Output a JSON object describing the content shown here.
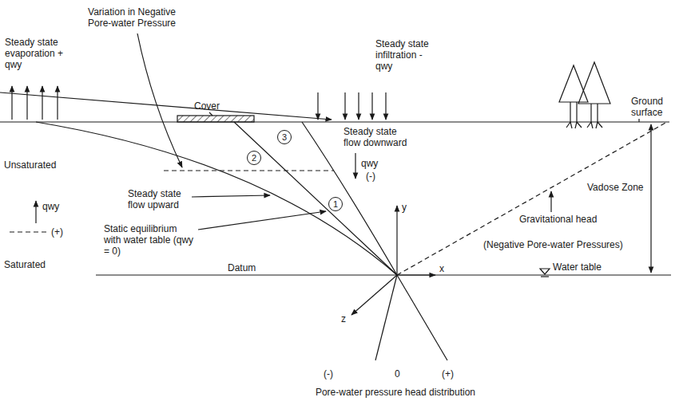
{
  "diagram": {
    "nodes": [
      {
        "text": [
          "1"
        ]
      },
      {
        "text": [
          "2"
        ]
      },
      {
        "text": [
          "3"
        ]
      }
    ],
    "labels": [
      "Variation in Negative Pore-water Pressure",
      "Steady state evaporation + qwy",
      "Cover",
      "Steady state infiltration - qwy",
      "Ground surface",
      "Unsaturated",
      "Steady state flow downward",
      "qwy",
      "(-)",
      "Steady state flow upward",
      "Vadose Zone",
      "Gravitational head",
      "qwy",
      "(+)",
      "Static equilibrium with water table (qwy = 0)",
      "(Negative Pore-water Pressures)",
      "Saturated",
      "Datum",
      "y",
      "x",
      "z",
      "Water table",
      "(-)",
      "0",
      "(+)",
      "Pore-water pressure head distribution"
    ]
  }
}
